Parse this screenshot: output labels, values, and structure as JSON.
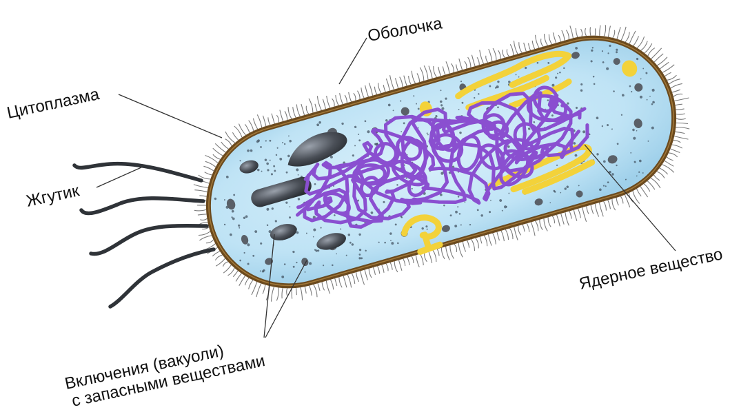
{
  "labels": {
    "shell": "Оболочка",
    "cytoplasm": "Цитоплазма",
    "flagellum": "Жгутик",
    "nuclear_matter": "Ядерное вещество",
    "inclusions_line1": "Включения (вакуоли)",
    "inclusions_line2": "с запасными веществами"
  },
  "colors": {
    "cell_wall": "#6b4a1e",
    "cytoplasm": "#bfe3f5",
    "cilia": "#7a7a7a",
    "dna": "#8a4fd0",
    "granules": "#f3d23a",
    "vacuoles": "#4a4f57",
    "flagella": "#2f3338",
    "label_text": "#111111"
  }
}
